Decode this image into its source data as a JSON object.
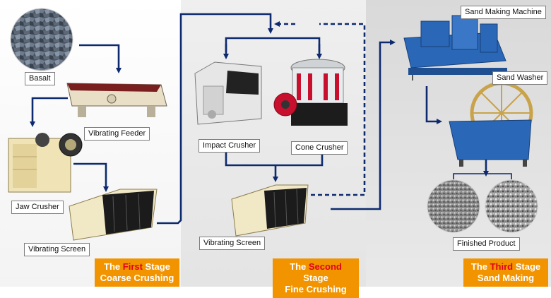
{
  "labels": {
    "basalt": "Basalt",
    "vibrating_feeder": "Vibrating Feeder",
    "jaw_crusher": "Jaw Crusher",
    "vibrating_screen_1": "Vibrating Screen",
    "impact_crusher": "Impact Crusher",
    "cone_crusher": "Cone Crusher",
    "vibrating_screen_2": "Vibrating Screen",
    "sand_making_machine": "Sand Making Machine",
    "sand_washer": "Sand Washer",
    "finished_product": "Finished Product"
  },
  "stages": [
    {
      "pre": "The ",
      "highlight": "First",
      "post": " Stage",
      "line2": "Coarse Crushing"
    },
    {
      "pre": "The ",
      "highlight": "Second",
      "post": " Stage",
      "line2": "Fine Crushing"
    },
    {
      "pre": "The ",
      "highlight": "Third",
      "post": " Stage",
      "line2": "Sand Making"
    }
  ],
  "colors": {
    "arrow": "#0d2a6e",
    "stage_bg": "#f29400",
    "stage_highlight": "#e3001b",
    "machine_blue": "#2b67b7",
    "feeder_red": "#8b1a1a"
  },
  "icons": [
    "basalt-rock-image",
    "vibrating-feeder-image",
    "jaw-crusher-image",
    "vibrating-screen-image",
    "impact-crusher-image",
    "cone-crusher-image",
    "sand-making-machine-image",
    "sand-washer-image",
    "finished-product-image"
  ]
}
